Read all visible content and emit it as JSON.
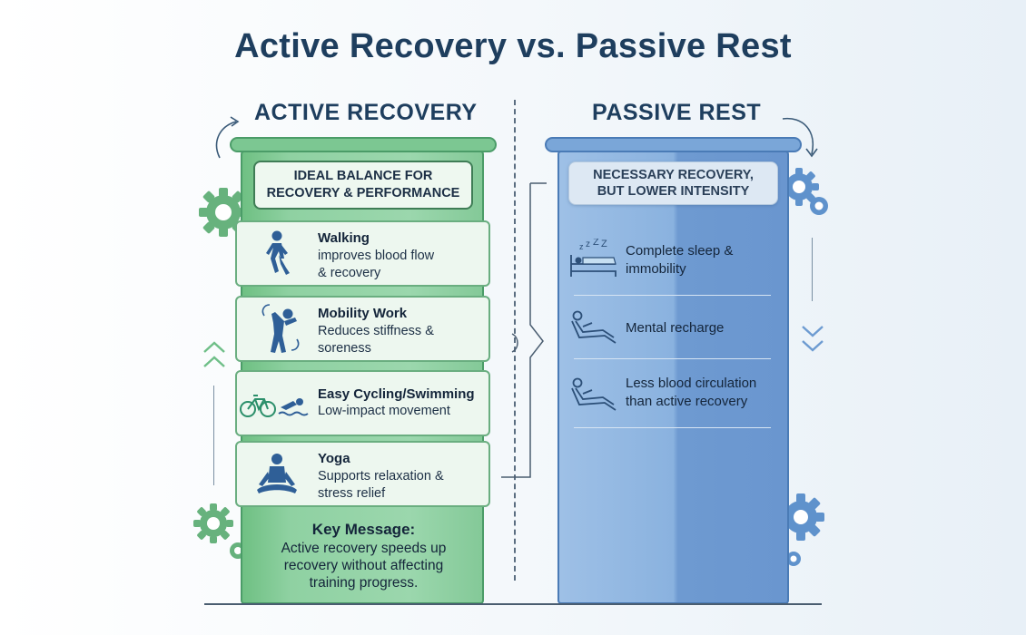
{
  "title": "Active Recovery vs. Passive Rest",
  "active": {
    "heading": "ACTIVE RECOVERY",
    "label": "IDEAL BALANCE FOR\nRECOVERY & PERFORMANCE",
    "items": [
      {
        "name": "Walking",
        "desc": "improves blood flow\n& recovery",
        "icon": "walking-person-icon"
      },
      {
        "name": "Mobility Work",
        "desc": "Reduces stiffness &\nsoreness",
        "icon": "stretching-person-icon"
      },
      {
        "name": "Easy Cycling/Swimming",
        "desc": "Low-impact movement",
        "icon": "bicycle-swimmer-icon"
      },
      {
        "name": "Yoga",
        "desc": "Supports relaxation &\nstress relief",
        "icon": "meditation-icon"
      }
    ],
    "key_title": "Key Message:",
    "key_text": "Active recovery speeds up\nrecovery without affecting\ntraining progress."
  },
  "passive": {
    "heading": "PASSIVE REST",
    "label": "NECESSARY RECOVERY,\nBUT LOWER INTENSITY",
    "items": [
      {
        "text": "Complete sleep &\nimmobility",
        "icon": "sleeping-bed-icon"
      },
      {
        "text": "Mental recharge",
        "icon": "reclining-person-icon"
      },
      {
        "text": "Less blood circulation\nthan active recovery",
        "icon": "reclining-person-icon"
      }
    ]
  },
  "colors": {
    "active_green": "#8fd1a2",
    "passive_blue": "#8ab2df",
    "title_navy": "#1e3e5e"
  }
}
